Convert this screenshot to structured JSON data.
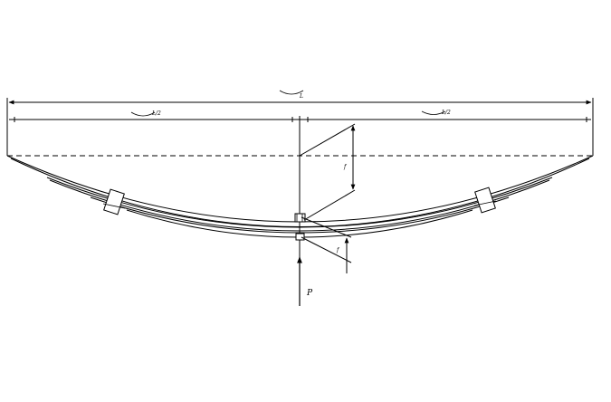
{
  "diagram": {
    "labels": {
      "overall_span": "L",
      "left_half_span": "L/2",
      "right_half_span": "L/2",
      "camber_dim": "f",
      "deflection_dim": "f",
      "load": "P"
    },
    "leaf_count": 4,
    "stroke_color": "#000000"
  }
}
